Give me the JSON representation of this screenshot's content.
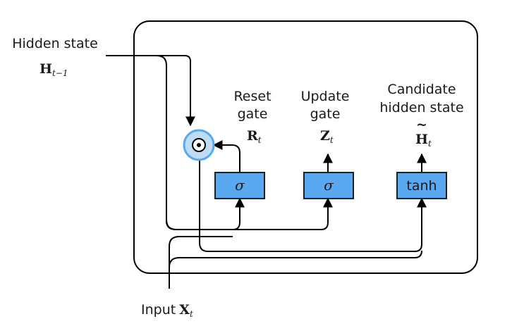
{
  "inputs": {
    "hidden_state_label": "Hidden state",
    "hidden_state_symbol": "H",
    "hidden_state_subscript": "t−1",
    "input_label": "Input",
    "input_symbol": "X",
    "input_subscript": "t"
  },
  "gates": {
    "reset": {
      "line1": "Reset",
      "line2": "gate",
      "symbol": "R",
      "subscript": "t",
      "op": "σ"
    },
    "update": {
      "line1": "Update",
      "line2": "gate",
      "symbol": "Z",
      "subscript": "t",
      "op": "σ"
    },
    "candidate": {
      "line1": "Candidate",
      "line2": "hidden state",
      "symbol": "H",
      "tilde": "~",
      "subscript": "t",
      "op": "tanh"
    }
  },
  "colors": {
    "box_fill": "#5aa9f0",
    "box_stroke": "#1f1f1f",
    "node_fill": "#bfdcf5",
    "node_ring": "#5aa9f0"
  },
  "icons": {
    "hadamard": "circle-dot-icon"
  }
}
